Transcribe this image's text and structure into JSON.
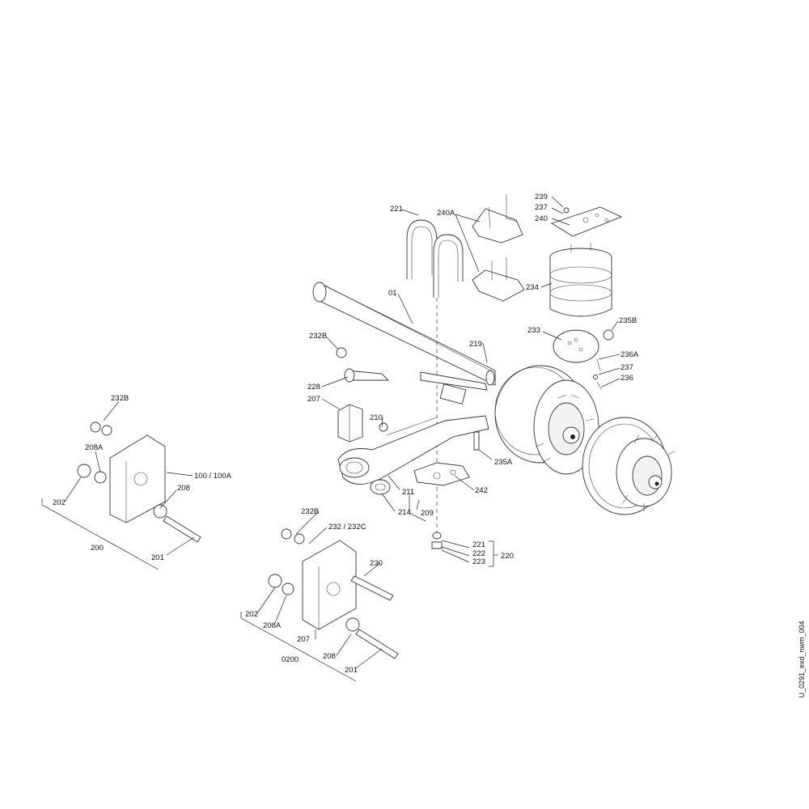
{
  "drawing_id": "U_0291_exd_nwm_004",
  "labels": {
    "l01": "01",
    "l200": "200",
    "l201a": "201",
    "l201b": "201",
    "l202a": "202",
    "l202b": "202",
    "l207a": "207",
    "l207b": "207",
    "l208a": "208",
    "l208b": "208",
    "l208Aa": "208A",
    "l208Ab": "208A",
    "l209": "209",
    "l210": "210",
    "l211": "211",
    "l214": "214",
    "l219": "219",
    "l220": "220",
    "l221a": "221",
    "l221b": "221",
    "l222": "222",
    "l223": "223",
    "l228": "228",
    "l230": "230",
    "l232": "232 / 232C",
    "l232Ba": "232B",
    "l232Bb": "232B",
    "l232Bc": "232B",
    "l233": "233",
    "l234": "234",
    "l235A": "235A",
    "l235B": "235B",
    "l236": "236",
    "l236A": "236A",
    "l237a": "237",
    "l237b": "237",
    "l239": "239",
    "l240": "240",
    "l240A": "240A",
    "l242": "242",
    "l0200": "0200",
    "l100": "100 / 100A"
  }
}
